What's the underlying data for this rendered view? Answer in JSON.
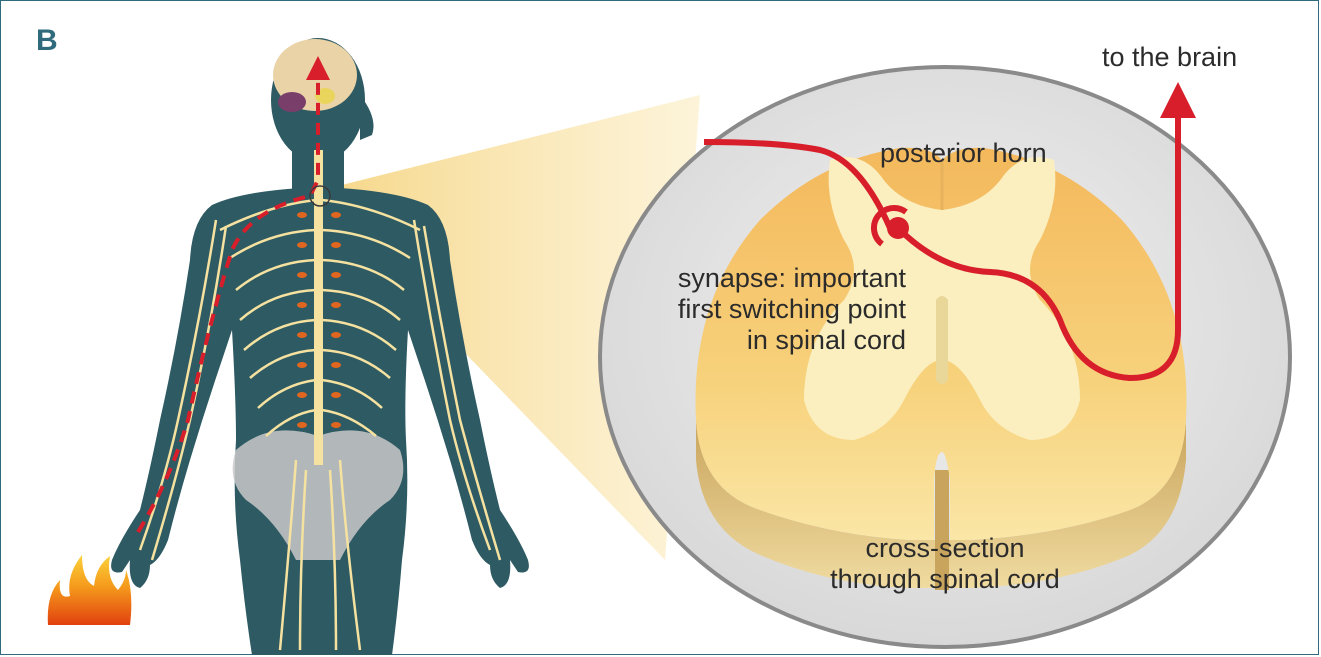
{
  "figure": {
    "panel_letter": "B",
    "labels": {
      "to_brain": "to the brain",
      "posterior_horn": "posterior horn",
      "synapse_line1": "synapse: important",
      "synapse_line2": "first switching point",
      "synapse_line3": "in spinal cord",
      "cross_section_line1": "cross-section",
      "cross_section_line2": "through spinal cord"
    },
    "icons": [
      "flame-icon",
      "human-body-icon",
      "arrow-up-icon"
    ],
    "colors": {
      "border": "#2f6b7c",
      "body": "#2e5a63",
      "nerve": "#f6e2a0",
      "pain_path": "#d81e2a",
      "grey_matter": "#fbefc0",
      "white_matter": "#f3c26a",
      "zoom_cone": "#f9e7b0"
    }
  }
}
